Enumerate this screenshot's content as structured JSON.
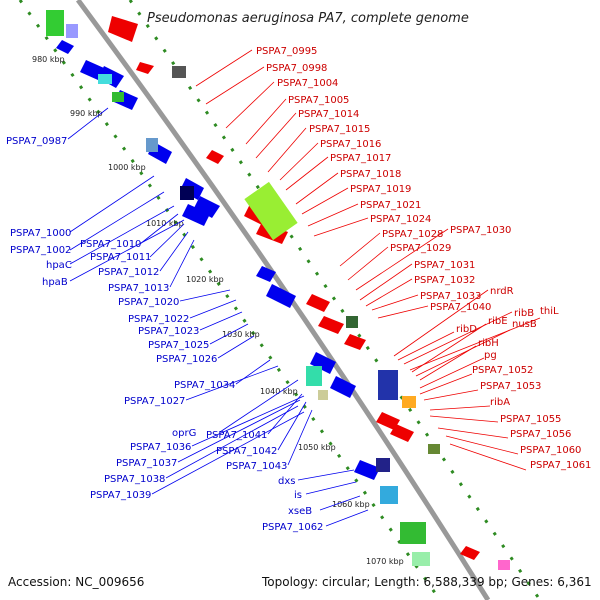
{
  "title": "Pseudomonas aeruginosa PA7, complete genome",
  "accession": "Accession: NC_009656",
  "topology": "Topology: circular; Length: 6,588,339 bp; Genes: 6,361",
  "colors": {
    "forward": "#0000ee",
    "reverse": "#ee0000",
    "backbone": "#999999",
    "tick_dots": "#228b22"
  },
  "ticks": [
    "980 kbp",
    "990 kbp",
    "1000 kbp",
    "1010 kbp",
    "1020 kbp",
    "1030 kbp",
    "1040 kbp",
    "1050 kbp",
    "1060 kbp",
    "1070 kbp"
  ],
  "blue_labels": [
    "PSPA7_0987",
    "PSPA7_1000",
    "PSPA7_1002",
    "hpaC",
    "hpaB",
    "PSPA7_1010",
    "PSPA7_1011",
    "PSPA7_1012",
    "PSPA7_1013",
    "PSPA7_1020",
    "PSPA7_1022",
    "PSPA7_1023",
    "PSPA7_1025",
    "PSPA7_1026",
    "PSPA7_1034",
    "PSPA7_1027",
    "oprG",
    "PSPA7_1041",
    "PSPA7_1036",
    "PSPA7_1042",
    "PSPA7_1037",
    "PSPA7_1043",
    "PSPA7_1038",
    "PSPA7_1039",
    "dxs",
    "is",
    "xseB",
    "PSPA7_1062"
  ],
  "red_labels": [
    "PSPA7_0995",
    "PSPA7_0998",
    "PSPA7_1004",
    "PSPA7_1005",
    "PSPA7_1014",
    "PSPA7_1015",
    "PSPA7_1016",
    "PSPA7_1017",
    "PSPA7_1018",
    "PSPA7_1019",
    "PSPA7_1021",
    "PSPA7_1024",
    "PSPA7_1028",
    "PSPA7_1030",
    "PSPA7_1029",
    "PSPA7_1031",
    "PSPA7_1032",
    "PSPA7_1033",
    "nrdR",
    "PSPA7_1040",
    "ribB",
    "thiL",
    "ribE",
    "nusB",
    "ribD",
    "ribH",
    "pg",
    "PSPA7_1052",
    "PSPA7_1053",
    "ribA",
    "PSPA7_1055",
    "PSPA7_1056",
    "PSPA7_1060",
    "PSPA7_1061"
  ]
}
